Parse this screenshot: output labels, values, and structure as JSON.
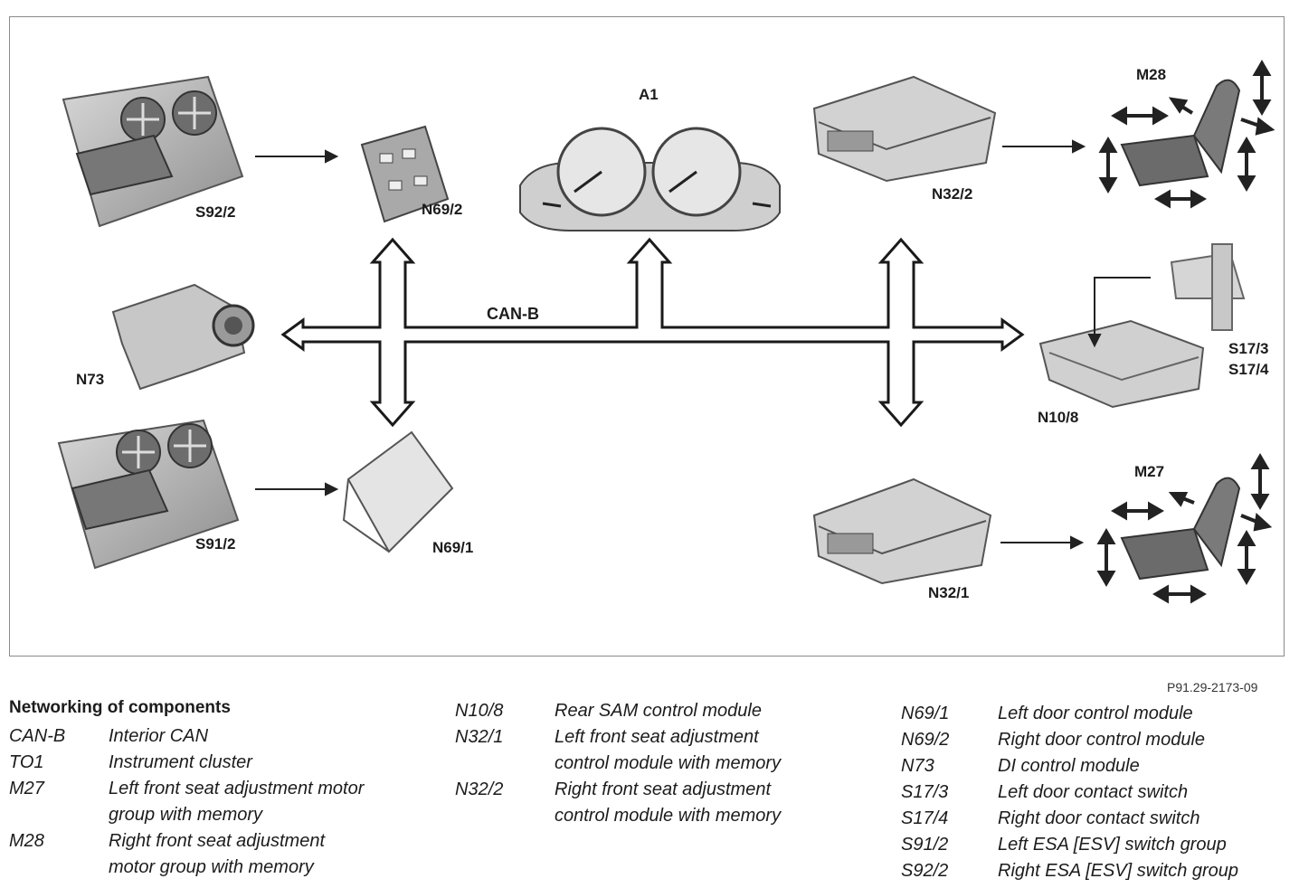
{
  "diagram": {
    "labels": {
      "s92_2": "S92/2",
      "n69_2": "N69/2",
      "a1": "A1",
      "n32_2": "N32/2",
      "m28": "M28",
      "can_b": "CAN-B",
      "n73": "N73",
      "s17_3": "S17/3",
      "s17_4": "S17/4",
      "n10_8": "N10/8",
      "s91_2": "S91/2",
      "n69_1": "N69/1",
      "m27": "M27",
      "n32_1": "N32/1"
    },
    "figure_ref": "P91.29-2173-09",
    "colors": {
      "ink": "#1c1c1c",
      "part_fill": "#bdbdbd",
      "part_dark": "#6d6d6d",
      "frame": "#8a8a8a"
    }
  },
  "legend": {
    "title": "Networking of components",
    "columns": [
      [
        {
          "code": "CAN-B",
          "desc": "Interior CAN"
        },
        {
          "code": "TO1",
          "desc": "Instrument cluster"
        },
        {
          "code": "M27",
          "desc": "Left front seat adjustment motor",
          "desc2": "group with memory"
        },
        {
          "code": "M28",
          "desc": "Right front seat adjustment",
          "desc2": "motor group with memory"
        }
      ],
      [
        {
          "code": "N10/8",
          "desc": "Rear SAM control module"
        },
        {
          "code": "N32/1",
          "desc": "Left front seat adjustment",
          "desc2": "control module with memory"
        },
        {
          "code": "N32/2",
          "desc": "Right front seat adjustment",
          "desc2": "control module with memory"
        }
      ],
      [
        {
          "code": "N69/1",
          "desc": "Left door control module"
        },
        {
          "code": "N69/2",
          "desc": "Right door control module"
        },
        {
          "code": "N73",
          "desc": "DI control module"
        },
        {
          "code": "S17/3",
          "desc": "Left door contact switch"
        },
        {
          "code": "S17/4",
          "desc": "Right door contact switch"
        },
        {
          "code": "S91/2",
          "desc": "Left ESA [ESV] switch group"
        },
        {
          "code": "S92/2",
          "desc": "Right ESA [ESV] switch group"
        }
      ]
    ]
  }
}
